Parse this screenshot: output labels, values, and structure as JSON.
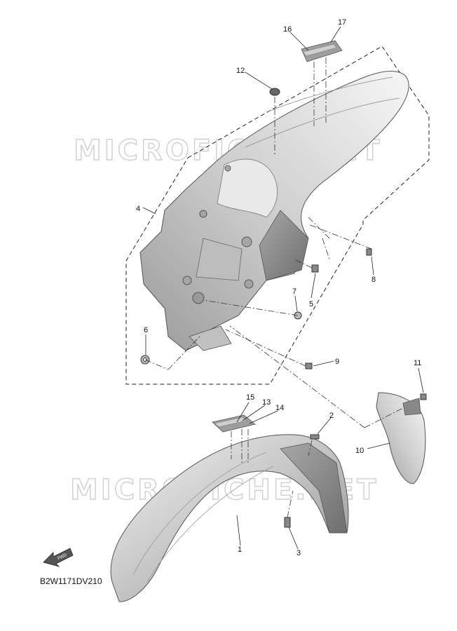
{
  "watermark": {
    "text": "MICROFICHE.NET"
  },
  "diagram_code": "B2W1171DV210",
  "fwd_label": "FWD",
  "parts": [
    {
      "n": "1"
    },
    {
      "n": "2"
    },
    {
      "n": "3"
    },
    {
      "n": "4"
    },
    {
      "n": "5"
    },
    {
      "n": "6"
    },
    {
      "n": "7"
    },
    {
      "n": "8"
    },
    {
      "n": "9"
    },
    {
      "n": "10"
    },
    {
      "n": "11"
    },
    {
      "n": "12"
    },
    {
      "n": "13"
    },
    {
      "n": "14"
    },
    {
      "n": "15"
    },
    {
      "n": "16"
    },
    {
      "n": "17"
    }
  ]
}
